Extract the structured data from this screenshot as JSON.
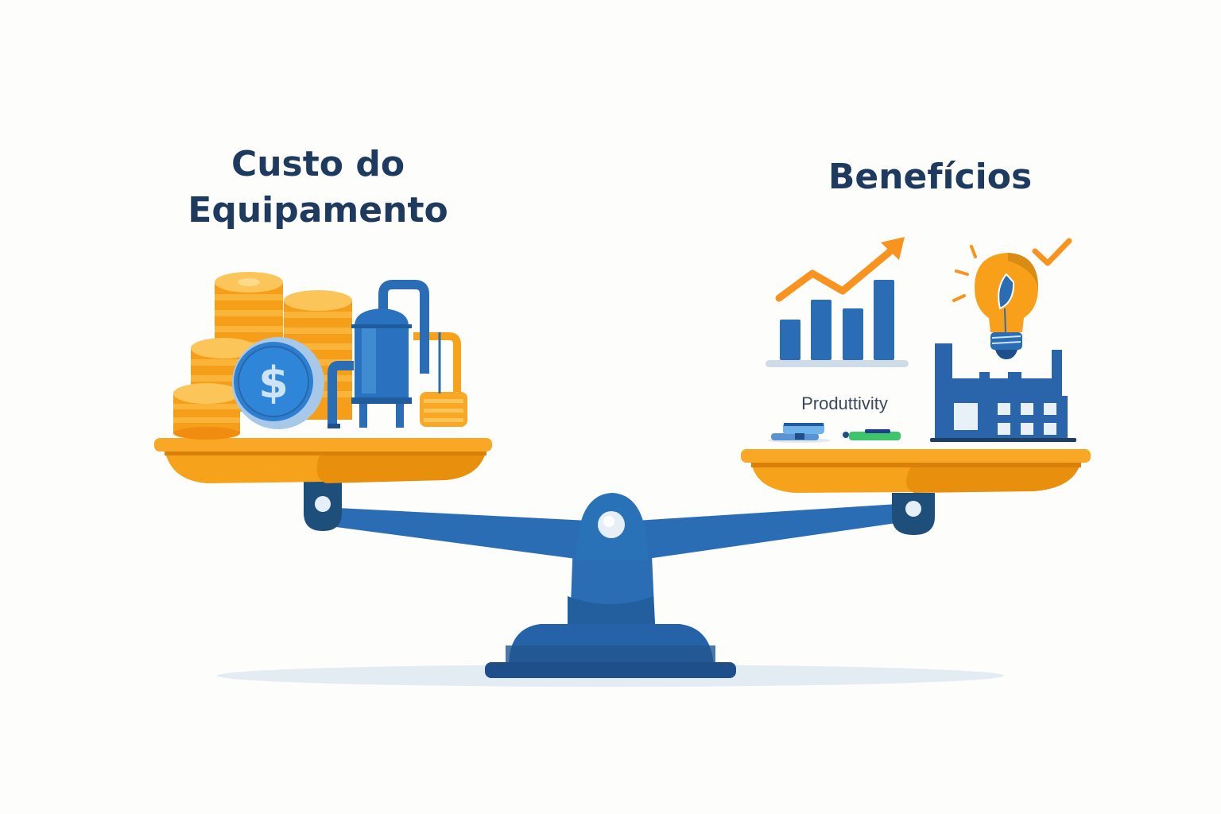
{
  "left_pan": {
    "title_line1": "Custo do",
    "title_line2": "Equipamento",
    "items": [
      "coin-stacks",
      "dollar-coin",
      "industrial-equipment"
    ]
  },
  "right_pan": {
    "title": "Benefícios",
    "chart_caption": "Produttivity",
    "items": [
      "bar-chart-upward",
      "lightbulb-leaf",
      "checkmark",
      "factory"
    ]
  },
  "colors": {
    "background": "#fdfdfb",
    "title_text": "#1f3a5f",
    "scale_blue": "#2a6db5",
    "scale_blue_dark": "#1e4f8a",
    "pan_orange": "#f7a21b",
    "pan_orange_dark": "#e08a0b",
    "coin_orange": "#f9a825",
    "shadow": "#e3ebf3"
  }
}
